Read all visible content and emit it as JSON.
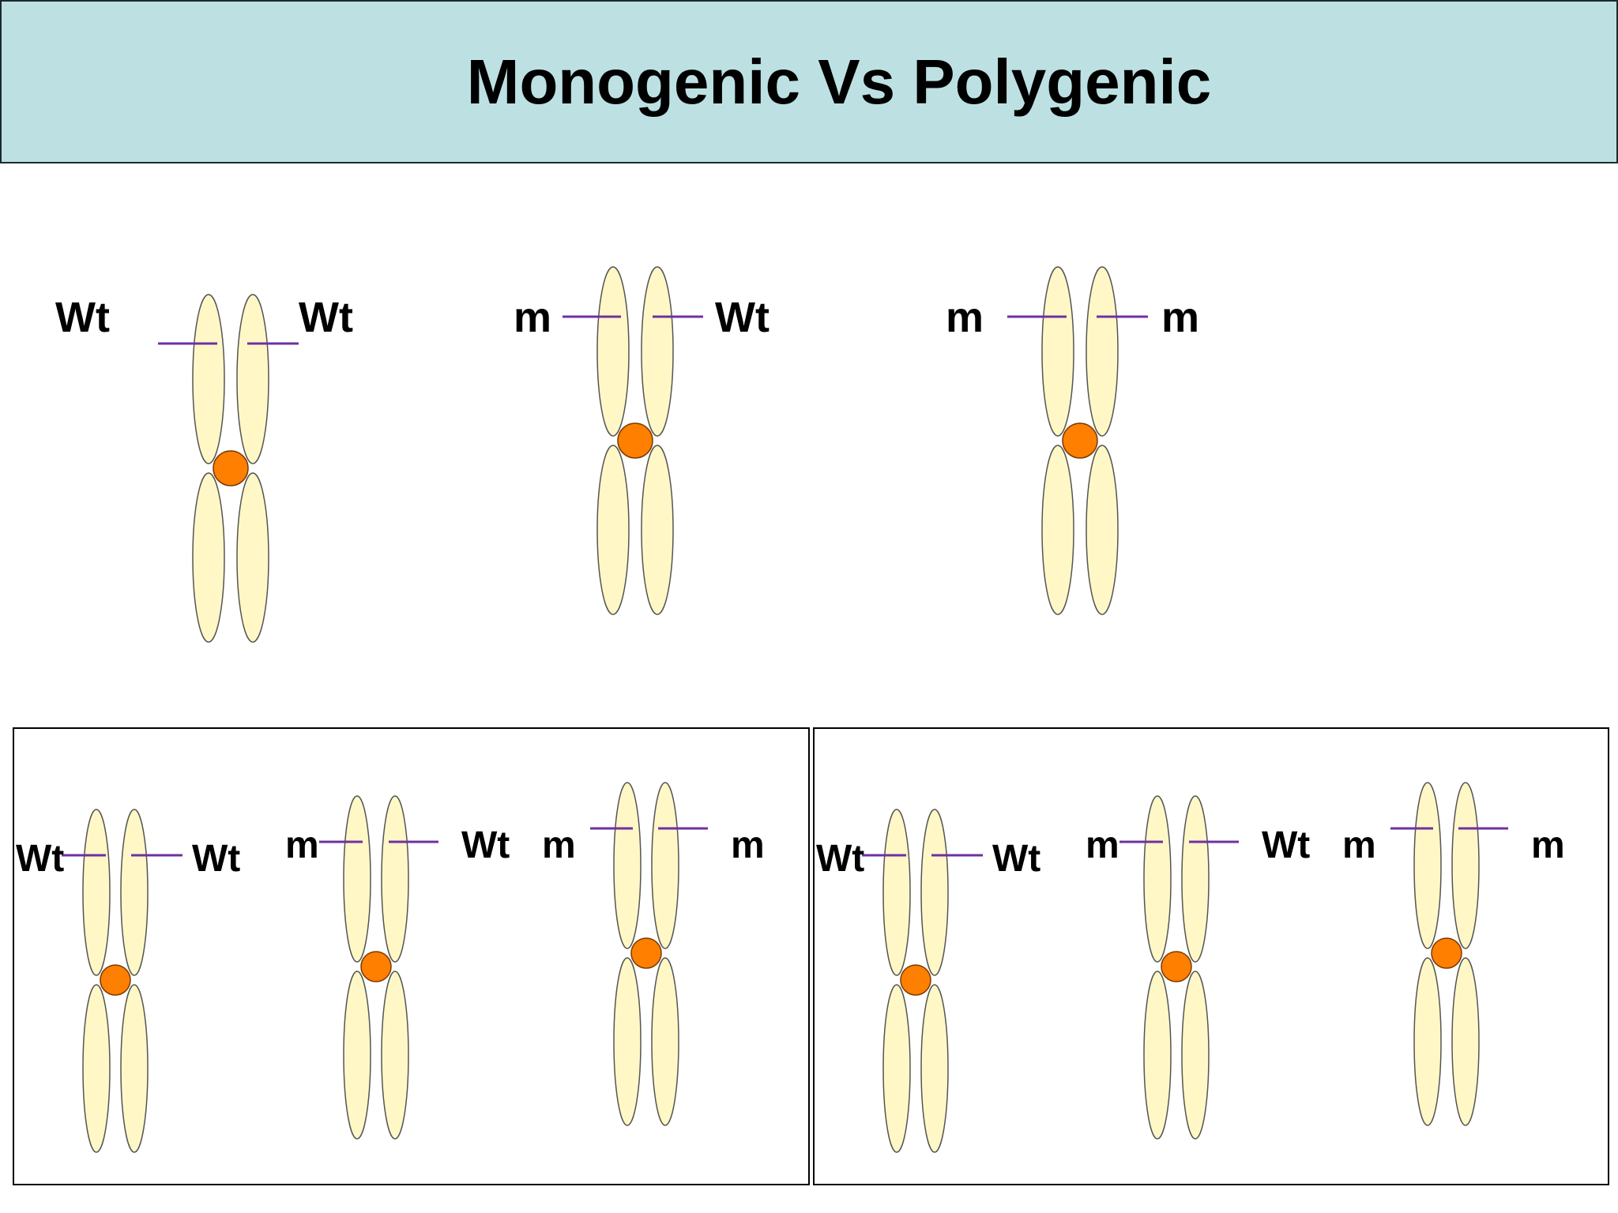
{
  "title": "Monogenic Vs Polygenic",
  "colors": {
    "title_bg": "#bde1e3",
    "chromatid_fill": "#fff8c6",
    "centromere_fill": "#ff7f00",
    "gene_marker": "#7030a0"
  },
  "monogenic": {
    "genotypes": [
      {
        "left": "Wt",
        "right": "Wt"
      },
      {
        "left": "m",
        "right": "Wt"
      },
      {
        "left": "m",
        "right": "m"
      }
    ]
  },
  "polygenic": {
    "panels": [
      {
        "genotypes": [
          {
            "left": "Wt",
            "right": "Wt"
          },
          {
            "left": "m",
            "right": "Wt"
          },
          {
            "left": "m",
            "right": "m"
          }
        ]
      },
      {
        "genotypes": [
          {
            "left": "Wt",
            "right": "Wt"
          },
          {
            "left": "m",
            "right": "Wt"
          },
          {
            "left": "m",
            "right": "m"
          }
        ]
      }
    ]
  }
}
